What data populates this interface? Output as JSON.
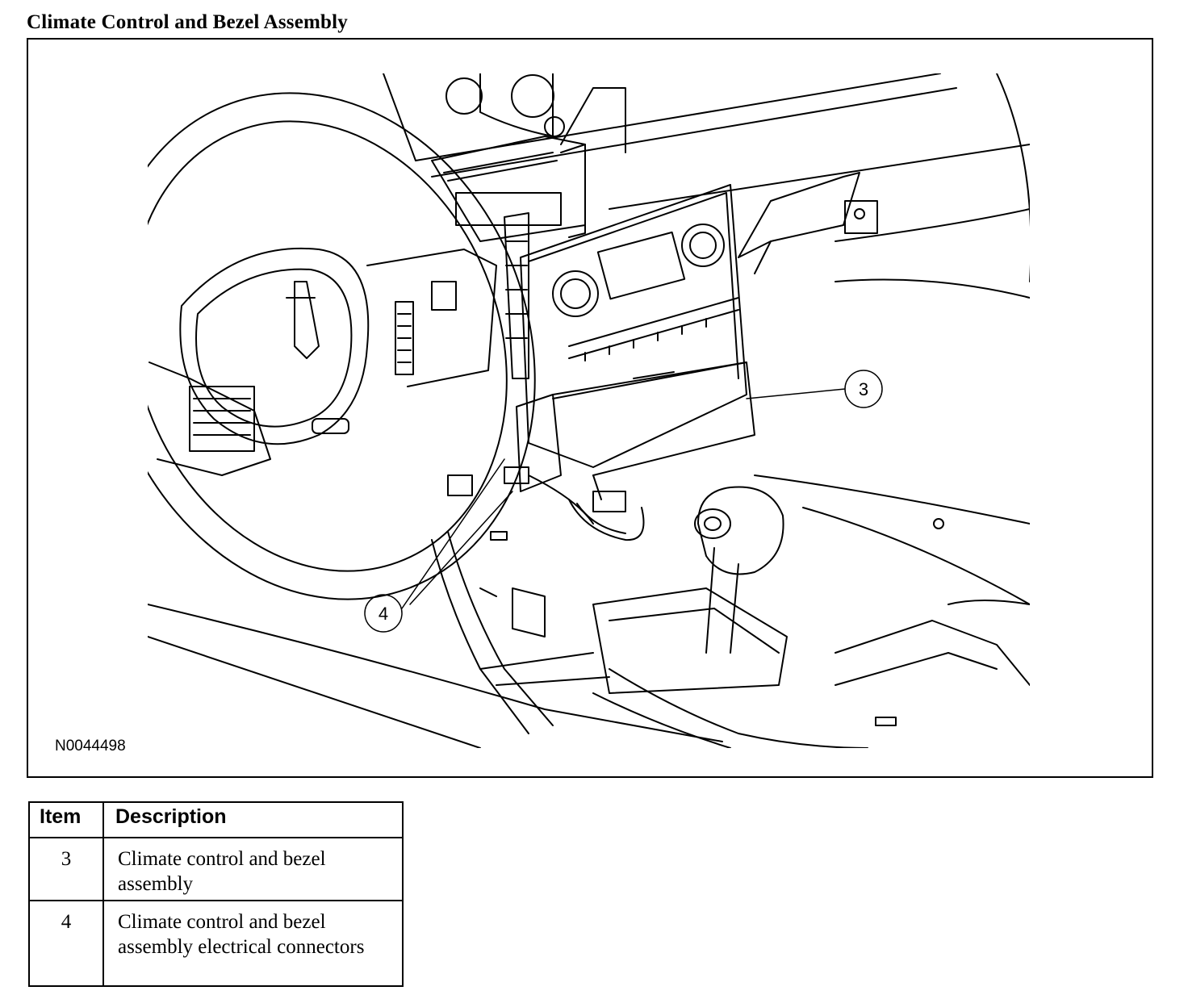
{
  "page": {
    "title": "Climate Control and Bezel Assembly"
  },
  "figure": {
    "code": "N0044498",
    "callouts": [
      {
        "number": "3",
        "refers_to": "Climate control and bezel assembly"
      },
      {
        "number": "4",
        "refers_to": "Climate control and bezel assembly electrical connectors"
      }
    ]
  },
  "legend_table": {
    "headers": {
      "item": "Item",
      "description": "Description"
    },
    "rows": [
      {
        "item": "3",
        "description": "Climate control and bezel assembly"
      },
      {
        "item": "4",
        "description": "Climate control and bezel assembly electrical connectors"
      }
    ]
  }
}
